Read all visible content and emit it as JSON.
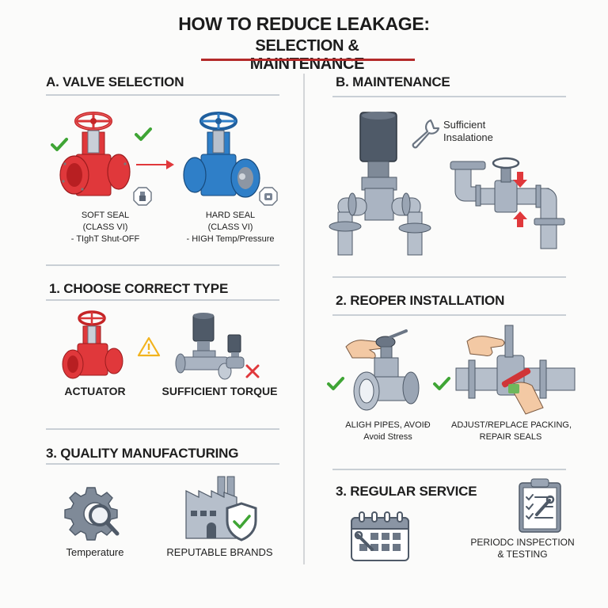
{
  "title": {
    "line1": "HOW TO REDUCE LEAKAGE:",
    "line2": "SELECTION & MAINTENANCE",
    "accent_color": "#b42a2a"
  },
  "left": {
    "valve_selection": {
      "heading": "A. VALVE SELECTION",
      "soft_seal": {
        "lines": [
          "SOFT SEAL",
          "(CLASS VI)",
          "- TIghT Shut-OFF"
        ],
        "color": "#e0383b"
      },
      "hard_seal": {
        "lines": [
          "HARD SEAL",
          "(CLASS VI)",
          "- HIGH Temp/Pressure"
        ],
        "color": "#2f7fc8"
      },
      "icons": [
        "check-icon",
        "check-icon",
        "arrow-right-icon",
        "soft-seal-octagon-icon",
        "hard-seal-octagon-icon"
      ]
    },
    "choose_type": {
      "heading": "1. CHOOSE CORRECT TYPE",
      "actuator_label": "ACTUATOR",
      "torque_label": "SUFFICIENT TORQUE",
      "icons": [
        "warning-icon",
        "x-mark-icon"
      ]
    },
    "quality": {
      "heading": "3. QUALITY MANUFACTURING",
      "temperature_label": "Temperature",
      "brands_label": "REPUTABLE BRANDS",
      "icons": [
        "gear-magnifier-icon",
        "factory-shield-icon"
      ]
    }
  },
  "right": {
    "maintenance": {
      "heading": "B. MAINTENANCE",
      "wrench_caption": [
        "Sufficient",
        "Insalatione"
      ],
      "icons": [
        "actuator-valve-icon",
        "wrench-icon",
        "pipe-valve-icon",
        "compress-arrows-icon"
      ]
    },
    "installation": {
      "heading": "2. REOPER INSTALLATION",
      "align_caption": [
        "ALIGH PIPES, AVOIÐ",
        "Avoid Stress"
      ],
      "packing_caption": [
        "ADJUST/REPLACE PACKING,",
        "REPAIR SEALS"
      ],
      "icons": [
        "check-icon",
        "check-icon"
      ]
    },
    "service": {
      "heading": "3. REGULAR SERVICE",
      "inspection_caption": [
        "PERIODC INSPECTION",
        "& TESTING"
      ],
      "icons": [
        "calendar-wrench-icon",
        "clipboard-checklist-icon"
      ]
    }
  },
  "colors": {
    "check": "#3fa535",
    "warning": "#f2b31e",
    "x_mark": "#e0383b",
    "steel": "#9aa5b4",
    "steel_dark": "#4f5a68"
  }
}
